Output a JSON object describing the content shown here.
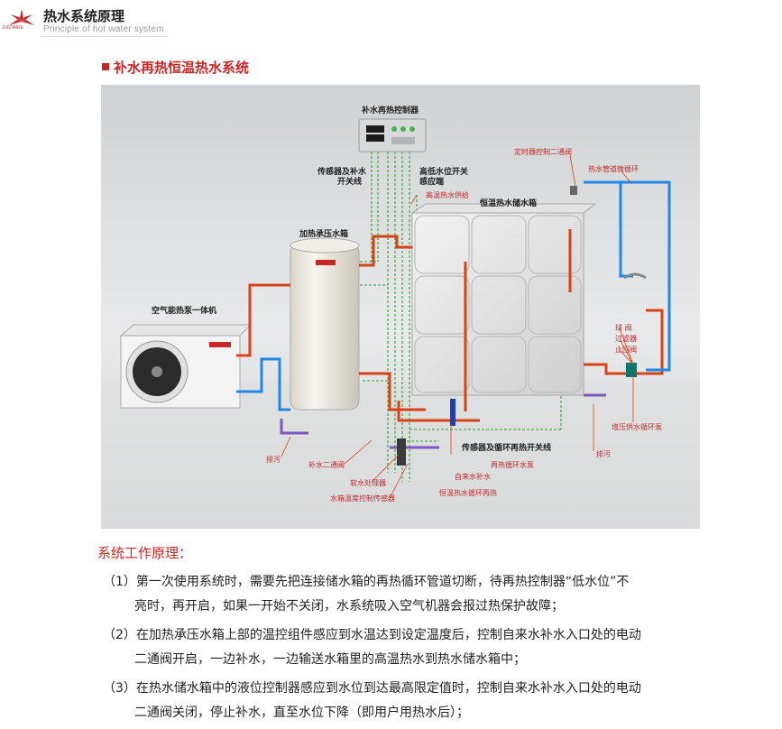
{
  "header": {
    "title": "热水系统原理",
    "subtitle": "Principle of hot water system",
    "brand": "JUNTAIKE"
  },
  "section_title": "补水再热恒温热水系统",
  "diagram": {
    "labels": {
      "controller": "补水再热控制器",
      "sensor_line": "传感器及补水\n开关线",
      "level_switch": "高低水位开关\n感应端",
      "hot_supply": "高温热水供给",
      "tank_constant": "恒温热水储水箱",
      "tank_heated": "加热承压水箱",
      "heat_pump": "空气能热泵一体机",
      "timer_valve": "定时器控制二通阀",
      "pipe_circulation": "热水管道微循环",
      "ball_valve": "球 阀",
      "filter": "过滤器",
      "check_valve": "止回阀",
      "booster_pump": "增压供水循环泵",
      "drain_left": "排污",
      "drain_right": "排污",
      "makeup_valve": "补水二通阀",
      "sensor_circ_line": "传感器及循环再热开关线",
      "reheat_pump": "再热循环水泵",
      "tap_water": "自来水补水",
      "softener": "软水处理器",
      "tank_temp_sensor": "水箱温度控制传感器",
      "constant_reheat": "恒温热水循环再热"
    }
  },
  "principle": {
    "title": "系统工作原理：",
    "p1_line1": "（1）第一次使用系统时，需要先把连接储水箱的再热循环管道切断，待再热控制器“低水位”不",
    "p1_line2": "亮时，再开启，如果一开始不关闭，水系统吸入空气机器会报过热保护故障；",
    "p2_line1": "（2）在加热承压水箱上部的温控组件感应到水温达到设定温度后，控制自来水补水入口处的电动",
    "p2_line2": "二通阀开启，一边补水，一边输送水箱里的高温热水到热水储水箱中；",
    "p3_line1": "（3）在热水储水箱中的液位控制器感应到水位到达最高限定值时，控制自来水补水入口处的电动",
    "p3_line2": "二通阀关闭，停止补水，直至水位下降（即用户用热水后）；"
  },
  "colors": {
    "accent": "#c62828",
    "hot_pipe": "#d84315",
    "cold_pipe": "#1e88e5",
    "signal_line": "#4caf50",
    "drain_pipe": "#7e57c2"
  }
}
